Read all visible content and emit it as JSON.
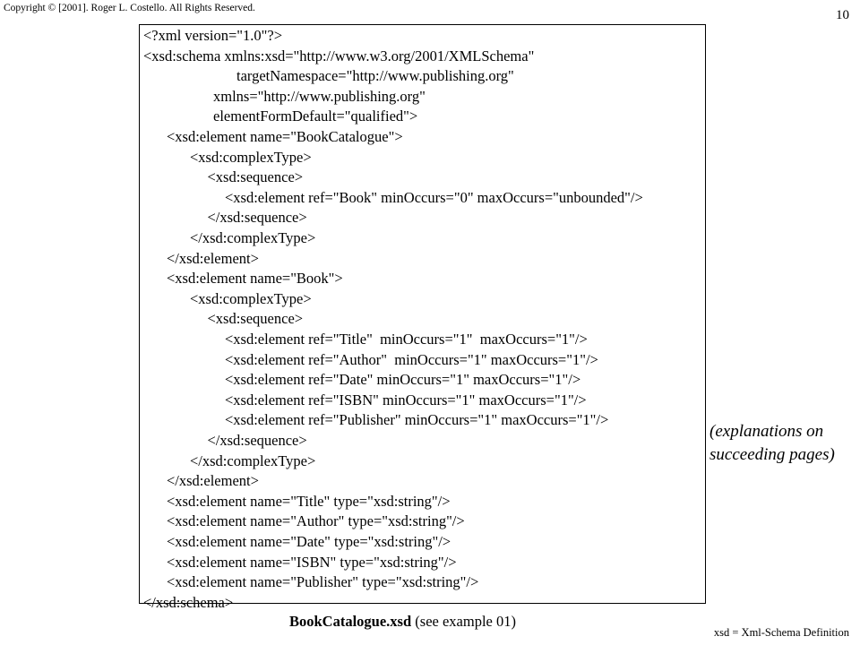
{
  "header": {
    "copyright": "Copyright © [2001]. Roger L. Costello. All Rights Reserved.",
    "page_number": "10"
  },
  "code": {
    "lines": [
      {
        "indent": 0,
        "text": "<?xml version=\"1.0\"?>"
      },
      {
        "indent": 0,
        "text": "<xsd:schema xmlns:xsd=\"http://www.w3.org/2001/XMLSchema\""
      },
      {
        "indent": 4,
        "text": "targetNamespace=\"http://www.publishing.org\""
      },
      {
        "indent": 3,
        "text": "xmlns=\"http://www.publishing.org\""
      },
      {
        "indent": 3,
        "text": "elementFormDefault=\"qualified\">"
      },
      {
        "indent": 1,
        "text": "<xsd:element name=\"BookCatalogue\">"
      },
      {
        "indent": 2,
        "text": "<xsd:complexType>"
      },
      {
        "indent": 2.75,
        "text": "<xsd:sequence>"
      },
      {
        "indent": 3.5,
        "text": "<xsd:element ref=\"Book\" minOccurs=\"0\" maxOccurs=\"unbounded\"/>"
      },
      {
        "indent": 2.75,
        "text": "</xsd:sequence>"
      },
      {
        "indent": 2,
        "text": "</xsd:complexType>"
      },
      {
        "indent": 1,
        "text": "</xsd:element>"
      },
      {
        "indent": 1,
        "text": "<xsd:element name=\"Book\">"
      },
      {
        "indent": 2,
        "text": "<xsd:complexType>"
      },
      {
        "indent": 2.75,
        "text": "<xsd:sequence>"
      },
      {
        "indent": 3.5,
        "text": "<xsd:element ref=\"Title\"  minOccurs=\"1\"  maxOccurs=\"1\"/>"
      },
      {
        "indent": 3.5,
        "text": "<xsd:element ref=\"Author\"  minOccurs=\"1\" maxOccurs=\"1\"/>"
      },
      {
        "indent": 3.5,
        "text": "<xsd:element ref=\"Date\" minOccurs=\"1\" maxOccurs=\"1\"/>"
      },
      {
        "indent": 3.5,
        "text": "<xsd:element ref=\"ISBN\" minOccurs=\"1\" maxOccurs=\"1\"/>"
      },
      {
        "indent": 3.5,
        "text": "<xsd:element ref=\"Publisher\" minOccurs=\"1\" maxOccurs=\"1\"/>"
      },
      {
        "indent": 2.75,
        "text": "</xsd:sequence>"
      },
      {
        "indent": 2,
        "text": "</xsd:complexType>"
      },
      {
        "indent": 1,
        "text": "</xsd:element>"
      },
      {
        "indent": 1,
        "text": "<xsd:element name=\"Title\" type=\"xsd:string\"/>"
      },
      {
        "indent": 1,
        "text": "<xsd:element name=\"Author\" type=\"xsd:string\"/>"
      },
      {
        "indent": 1,
        "text": "<xsd:element name=\"Date\" type=\"xsd:string\"/>"
      },
      {
        "indent": 1,
        "text": "<xsd:element name=\"ISBN\" type=\"xsd:string\"/>"
      },
      {
        "indent": 1,
        "text": "<xsd:element name=\"Publisher\" type=\"xsd:string\"/>"
      },
      {
        "indent": 0,
        "text": "</xsd:schema>"
      }
    ]
  },
  "side_note": {
    "line1": "(explanations on",
    "line2": "succeeding pages)"
  },
  "caption": {
    "filename": "BookCatalogue.xsd",
    "note": " (see example 01)"
  },
  "footnote": "xsd = Xml-Schema Definition"
}
